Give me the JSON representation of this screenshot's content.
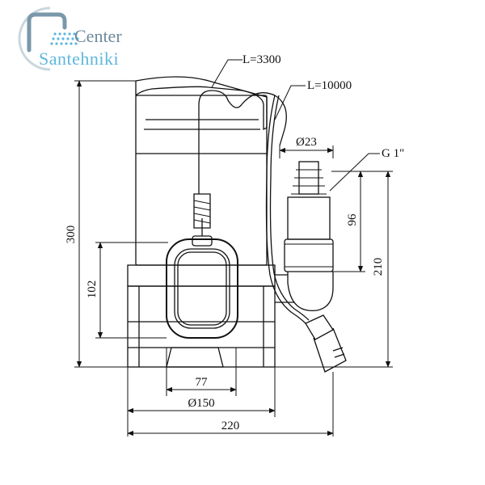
{
  "logo": {
    "line1": "Center",
    "line2": "Santehniki",
    "colors": {
      "gray": "#6f8a9a",
      "blue": "#5fb7de"
    }
  },
  "labels": {
    "cable_float": "L=3300",
    "cable_power": "L=10000",
    "outlet_diameter": "Ø23",
    "thread": "G 1\"",
    "height_total": "300",
    "height_outlet": "210",
    "outlet_length": "96",
    "float_height": "102",
    "base_width": "77",
    "body_diameter": "Ø150",
    "overall_width": "220"
  },
  "colors": {
    "line": "#111111"
  }
}
